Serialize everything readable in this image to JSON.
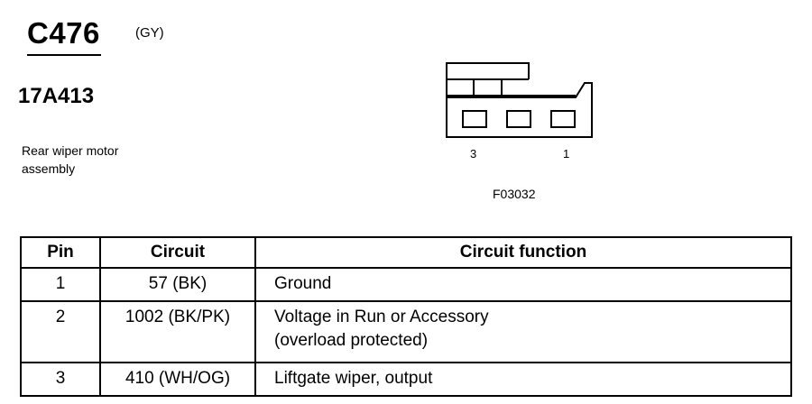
{
  "header": {
    "connector_id": "C476",
    "connector_color": "(GY)",
    "part_number": "17A413",
    "component_line_1": "Rear wiper motor",
    "component_line_2": "assembly"
  },
  "drawing": {
    "pin_labels": [
      "3",
      "1"
    ],
    "figure_code": "F03032"
  },
  "table": {
    "headers": {
      "pin": "Pin",
      "circuit": "Circuit",
      "function": "Circuit function"
    },
    "rows": [
      {
        "pin": "1",
        "circuit": "57 (BK)",
        "function_line_1": "Ground",
        "function_line_2": ""
      },
      {
        "pin": "2",
        "circuit": "1002 (BK/PK)",
        "function_line_1": "Voltage in Run or Accessory",
        "function_line_2": "(overload protected)"
      },
      {
        "pin": "3",
        "circuit": "410 (WH/OG)",
        "function_line_1": "Liftgate wiper, output",
        "function_line_2": ""
      }
    ]
  }
}
